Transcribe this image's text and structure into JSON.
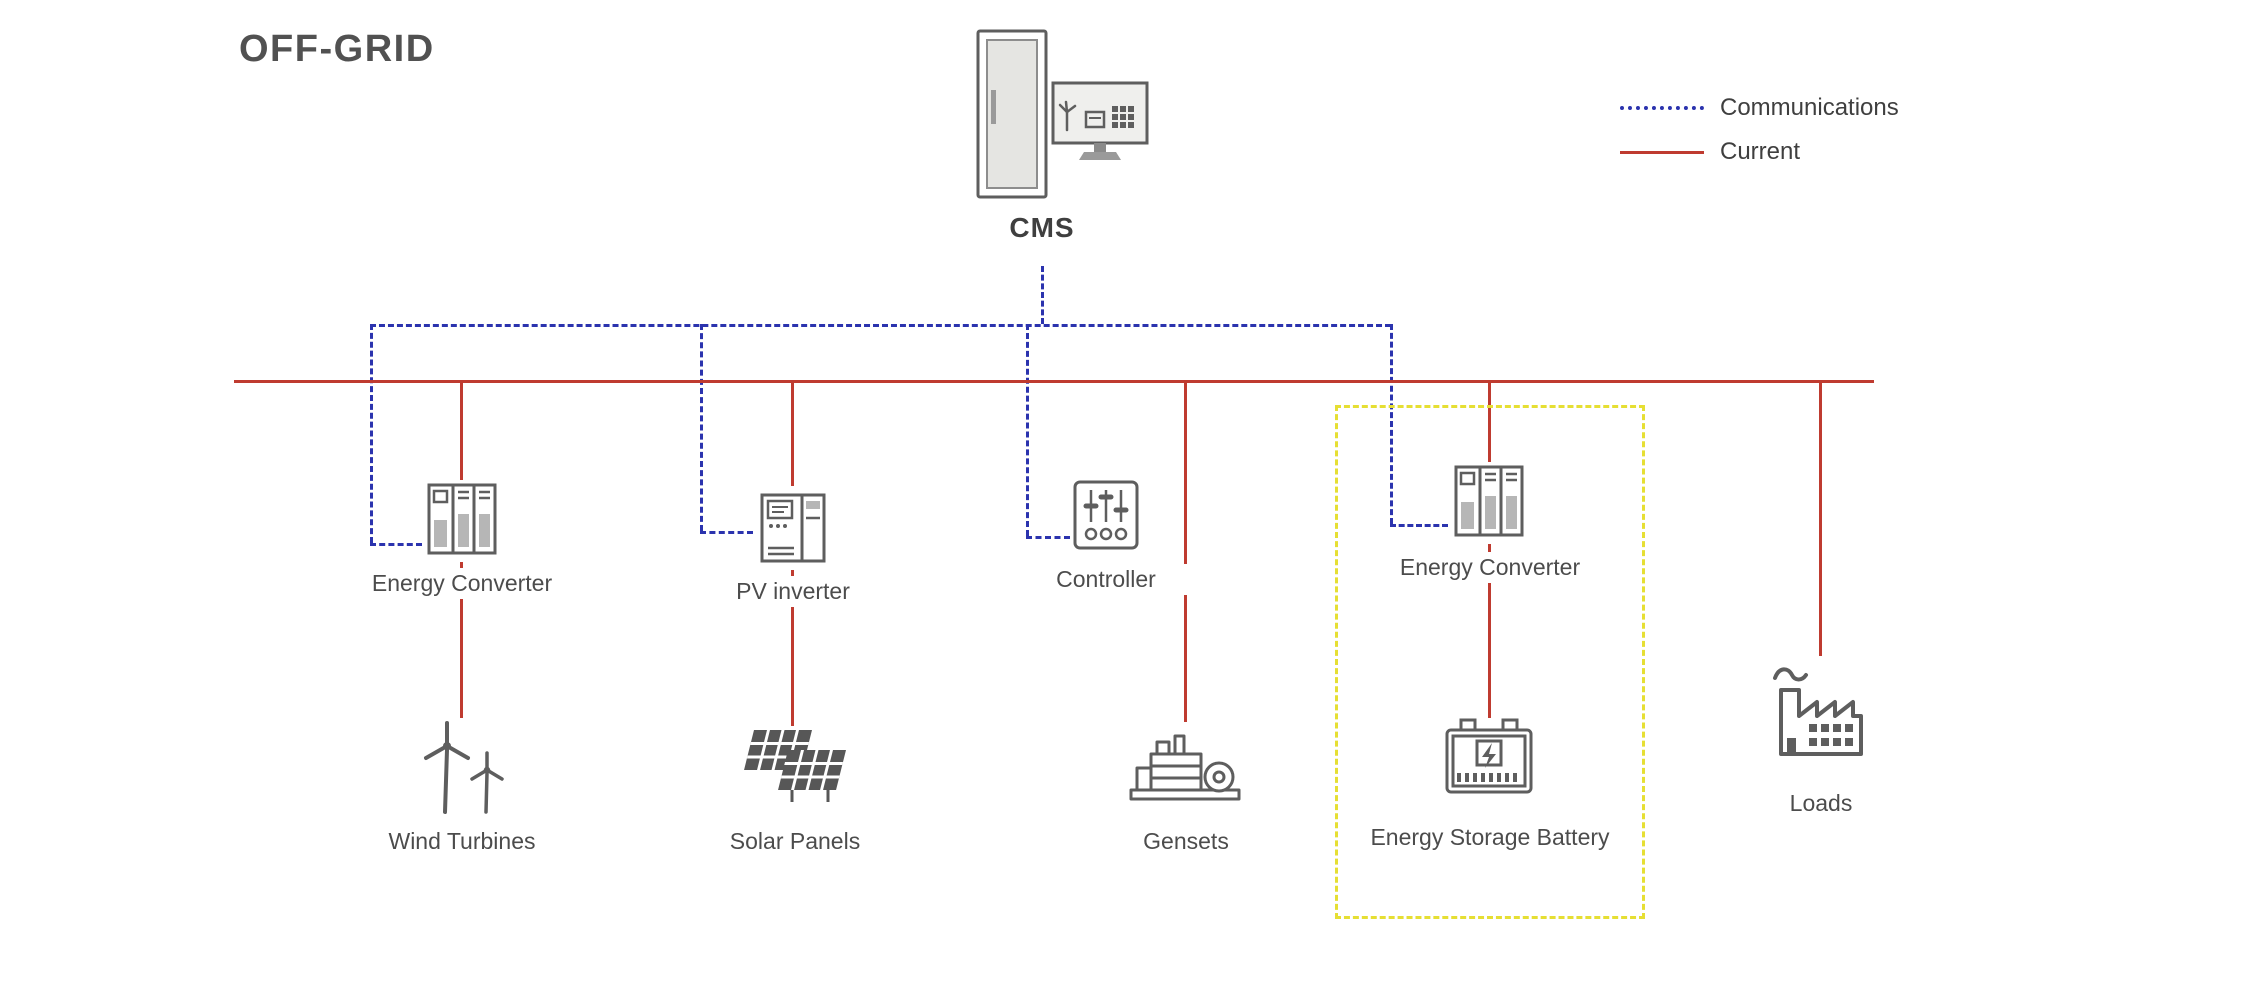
{
  "title": "OFF-GRID",
  "legend": {
    "communications": "Communications",
    "current": "Current"
  },
  "colors": {
    "communications_line": "#2b33ae",
    "current_line": "#bf3b30",
    "battery_group_box": "#e6df33",
    "icon_stroke": "#5e5e5e",
    "text": "#4c4c4c"
  },
  "nodes": {
    "cms": {
      "label": "CMS",
      "icon": "server-cabinet-monitor-icon"
    },
    "energy_converter_1": {
      "label": "Energy Converter",
      "icon": "energy-converter-icon"
    },
    "pv_inverter": {
      "label": "PV inverter",
      "icon": "pv-inverter-icon"
    },
    "controller": {
      "label": "Controller",
      "icon": "controller-icon"
    },
    "energy_converter_2": {
      "label": "Energy Converter",
      "icon": "energy-converter-icon"
    },
    "wind_turbines": {
      "label": "Wind Turbines",
      "icon": "wind-turbine-icon"
    },
    "solar_panels": {
      "label": "Solar Panels",
      "icon": "solar-panel-icon"
    },
    "gensets": {
      "label": "Gensets",
      "icon": "genset-icon"
    },
    "energy_storage_battery": {
      "label": "Energy Storage Battery",
      "icon": "battery-icon"
    },
    "loads": {
      "label": "Loads",
      "icon": "factory-icon"
    }
  },
  "connections": {
    "communications": [
      "CMS - Energy Converter",
      "CMS - PV inverter",
      "CMS - Controller",
      "CMS - Energy Converter (battery system)"
    ],
    "current": [
      "Bus - Energy Converter - Wind Turbines",
      "Bus - PV inverter - Solar Panels",
      "Bus - Gensets",
      "Bus - Energy Converter - Energy Storage Battery",
      "Bus - Loads"
    ]
  }
}
